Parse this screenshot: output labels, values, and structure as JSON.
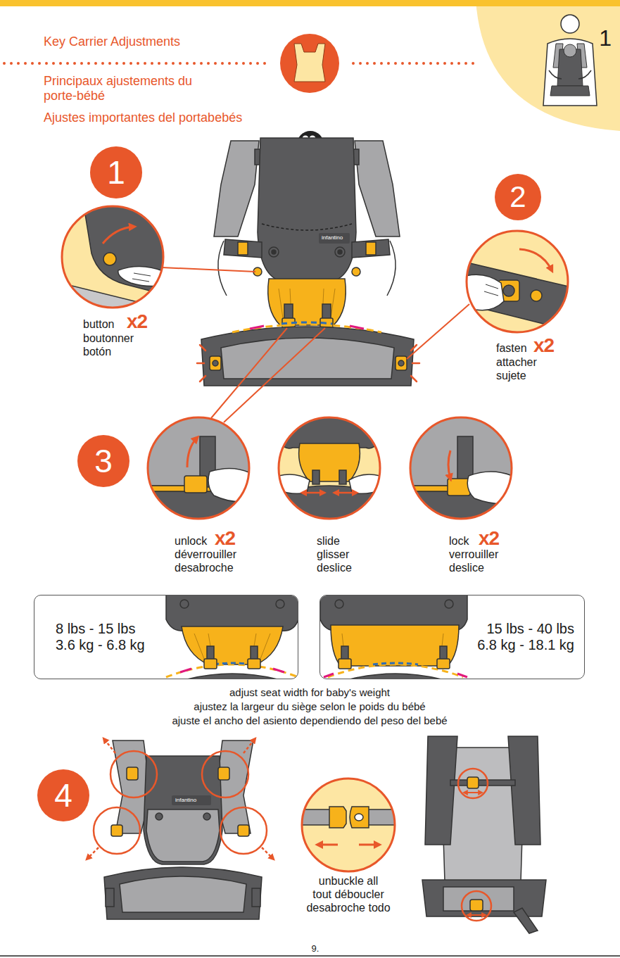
{
  "diagram": {
    "title": "Key Carrier Adjustments",
    "nodes": [
      {
        "text": [
          "1"
        ]
      },
      {
        "text": [
          "2"
        ]
      },
      {
        "text": [
          "3"
        ]
      },
      {
        "text": [
          "4"
        ]
      },
      {
        "text": [
          "8 lbs - 15 lbs",
          "3.6 kg - 6.8 kg"
        ]
      },
      {
        "text": [
          "15 lbs - 40 lbs",
          "6.8 kg - 18.1 kg"
        ]
      },
      {
        "text": [
          "1"
        ]
      }
    ],
    "labels": [
      "Principaux ajustements du porte-bébé",
      "Ajustes importantes del portabebés",
      "button",
      "x2",
      "boutonner",
      "botón",
      "fasten",
      "x2",
      "attacher",
      "sujete",
      "unlock",
      "x2",
      "déverrouiller",
      "desabroche",
      "slide",
      "glisser",
      "deslice",
      "lock",
      "x2",
      "verrouiller",
      "deslice",
      "adjust seat width for baby's weight",
      "ajustez la largeur du siège selon le poids du bébé",
      "ajuste el ancho del asiento dependiendo del peso del bebé",
      "unbuckle all",
      "tout déboucler",
      "desabroche todo",
      "9.",
      "infantino",
      "infantino"
    ]
  }
}
